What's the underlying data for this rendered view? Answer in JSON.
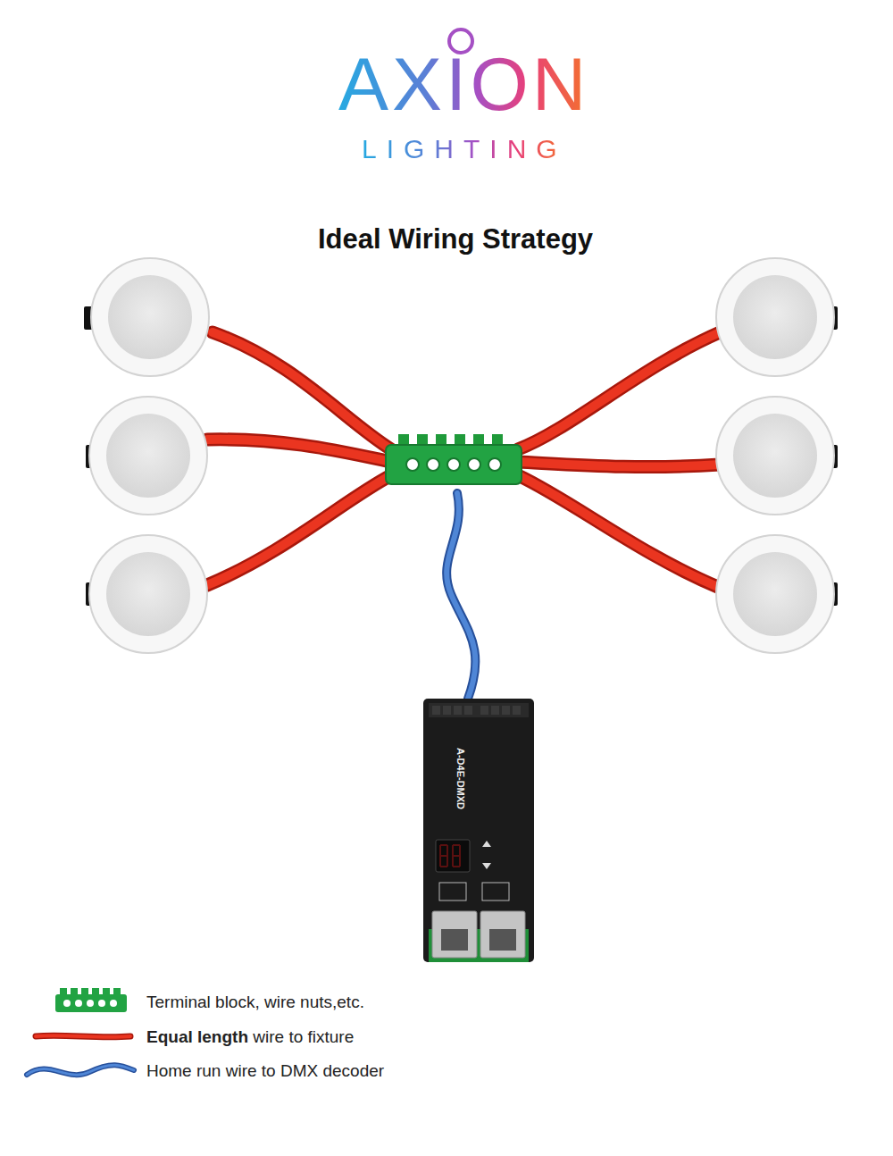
{
  "diagram": {
    "title": "Ideal Wiring Strategy",
    "nodes": [
      {
        "text": [
          "A-D4E-DMXD"
        ]
      }
    ],
    "labels": [
      "AXION",
      "LIGHTING"
    ],
    "legend": [
      {
        "text": "Terminal block, wire nuts,etc."
      },
      {
        "text": "Equal length wire to fixture"
      },
      {
        "text": "Home run wire to DMX decoder"
      }
    ]
  }
}
